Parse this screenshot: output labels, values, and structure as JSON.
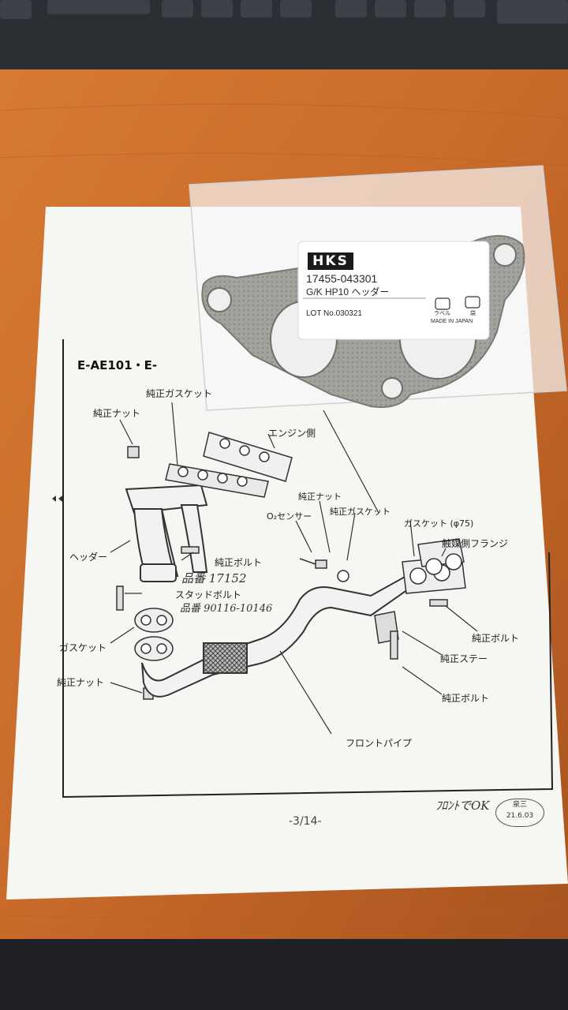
{
  "instruction_sheet": {
    "model_code": "E-AE101・E-",
    "labels": {
      "genuine_nut_top": "純正ナット",
      "genuine_gasket": "純正ガスケット",
      "engine_side": "エンジン側",
      "header": "ヘッダー",
      "genuine_bolt": "純正ボルト",
      "stud_bolt": "スタッドボルト",
      "gasket_left": "ガスケット",
      "genuine_nut_bottom": "純正ナット",
      "front_pipe": "フロントパイプ",
      "genuine_nut_mid": "純正ナット",
      "genuine_gasket_mid": "純正ガスケット",
      "o2_sensor": "O₂センサー",
      "gasket_phi75": "ガスケット (φ75)",
      "catalyst_flange": "触媒側フランジ",
      "genuine_bolt_right": "純正ボルト",
      "genuine_stay": "純正ステー",
      "genuine_bolt_bottom": "純正ボルト"
    },
    "handwritten": {
      "part_no_1": "品番 17152",
      "part_no_2": "品番 90116-10146",
      "signature": "ﾌﾛﾝﾄでOK"
    },
    "page_number": "-3/14-",
    "stamp": {
      "top": "泉三",
      "bottom": "21.6.03"
    }
  },
  "product_label": {
    "brand": "HKS",
    "part_number": "17455-043301",
    "description": "G/K HP10 ヘッダー",
    "lot": "LOT No.030321",
    "recycle_marks": [
      "ラベル",
      "袋"
    ],
    "origin": "MADE IN JAPAN"
  },
  "colors": {
    "desk": "#c86a2a",
    "paper": "#f6f6f3",
    "gasket": "#a8a7a2",
    "keyboard": "#2b2e33"
  }
}
